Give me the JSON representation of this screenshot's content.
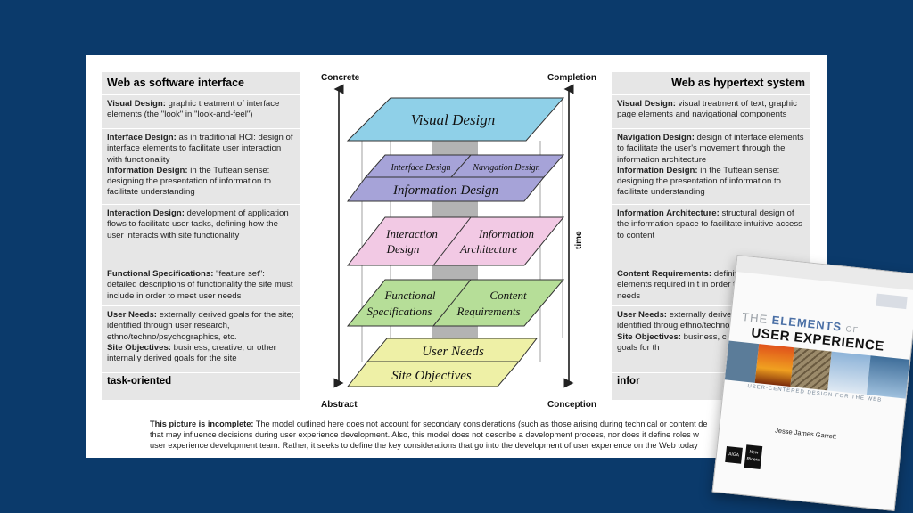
{
  "left_col": {
    "title": "Web as software interface",
    "blocks": [
      [
        "Visual Design:",
        " graphic treatment of interface elements (the \"look\" in \"look-and-feel\")"
      ],
      [
        "Interface Design:",
        " as in traditional HCI: design of interface elements to facilitate user interaction with functionality"
      ],
      [
        "Information Design:",
        " in the Tuftean sense: designing the presentation of information to facilitate understanding"
      ],
      [
        "Interaction Design:",
        " development of application flows to facilitate user tasks, defining how the user interacts with site functionality"
      ],
      [
        "Functional Specifications:",
        " \"feature set\": detailed descriptions of functionality the site must include in order to meet user needs"
      ],
      [
        "User Needs:",
        " externally derived goals for the site; identified through user research, ethno/techno/psychographics, etc."
      ],
      [
        "Site Objectives:",
        " business, creative, or other internally derived goals for the site"
      ]
    ],
    "footer": "task-oriented"
  },
  "right_col": {
    "title": "Web as hypertext system",
    "blocks": [
      [
        "Visual Design:",
        " visual treatment of text, graphic page elements and navigational components"
      ],
      [
        "Navigation Design:",
        " design of interface elements to facilitate the user's movement through the information architecture"
      ],
      [
        "Information Design:",
        " in the Tuftean sense: designing the presentation of information to facilitate understanding"
      ],
      [
        "Information Architecture:",
        " structural design of the information space to facilitate intuitive access to content"
      ],
      [
        "Content Requirements:",
        " definiti content elements required in t in order to meet user needs"
      ],
      [
        "User Needs:",
        " externally derive for the site; identified throug ethno/techno/psychographics"
      ],
      [
        "Site Objectives:",
        " business, c internally derived goals for th"
      ]
    ],
    "footer": "infor"
  },
  "axis": {
    "concrete": "Concrete",
    "completion": "Completion",
    "abstract": "Abstract",
    "conception": "Conception",
    "time": "time"
  },
  "layers": {
    "visual": "Visual Design",
    "interface": "Interface Design",
    "navigation": "Navigation Design",
    "information_design": "Information Design",
    "interaction1": "Interaction",
    "interaction2": "Design",
    "ia1": "Information",
    "ia2": "Architecture",
    "func1": "Functional",
    "func2": "Specifications",
    "content1": "Content",
    "content2": "Requirements",
    "user_needs": "User Needs",
    "site_objectives": "Site Objectives"
  },
  "caption": {
    "bold": "This picture is incomplete:",
    "line1": " The model outlined here does not account for secondary considerations (such as those arising during technical or content de",
    "line2": "that may influence decisions during user experience development. Also, this model does not describe a development process, nor does it define roles w",
    "line3": "user experience development team. Rather, it seeks to define the key considerations that go into the development of user experience on the Web today"
  },
  "book": {
    "the": "THE",
    "elements": "ELEMENTS",
    "of": "OF",
    "user_experience": "USER EXPERIENCE",
    "subtitle": "USER-CENTERED DESIGN FOR THE WEB",
    "author": "Jesse James Garrett",
    "publisher1": "AIGA",
    "publisher2": "New",
    "publisher3": "Riders"
  },
  "colors": {
    "background": "#0b3a6b",
    "visual": "#8fd0e8",
    "interface": "#a6a3d8",
    "interaction": "#f2c9e4",
    "functional": "#b6de98",
    "needs": "#eef0a6"
  }
}
